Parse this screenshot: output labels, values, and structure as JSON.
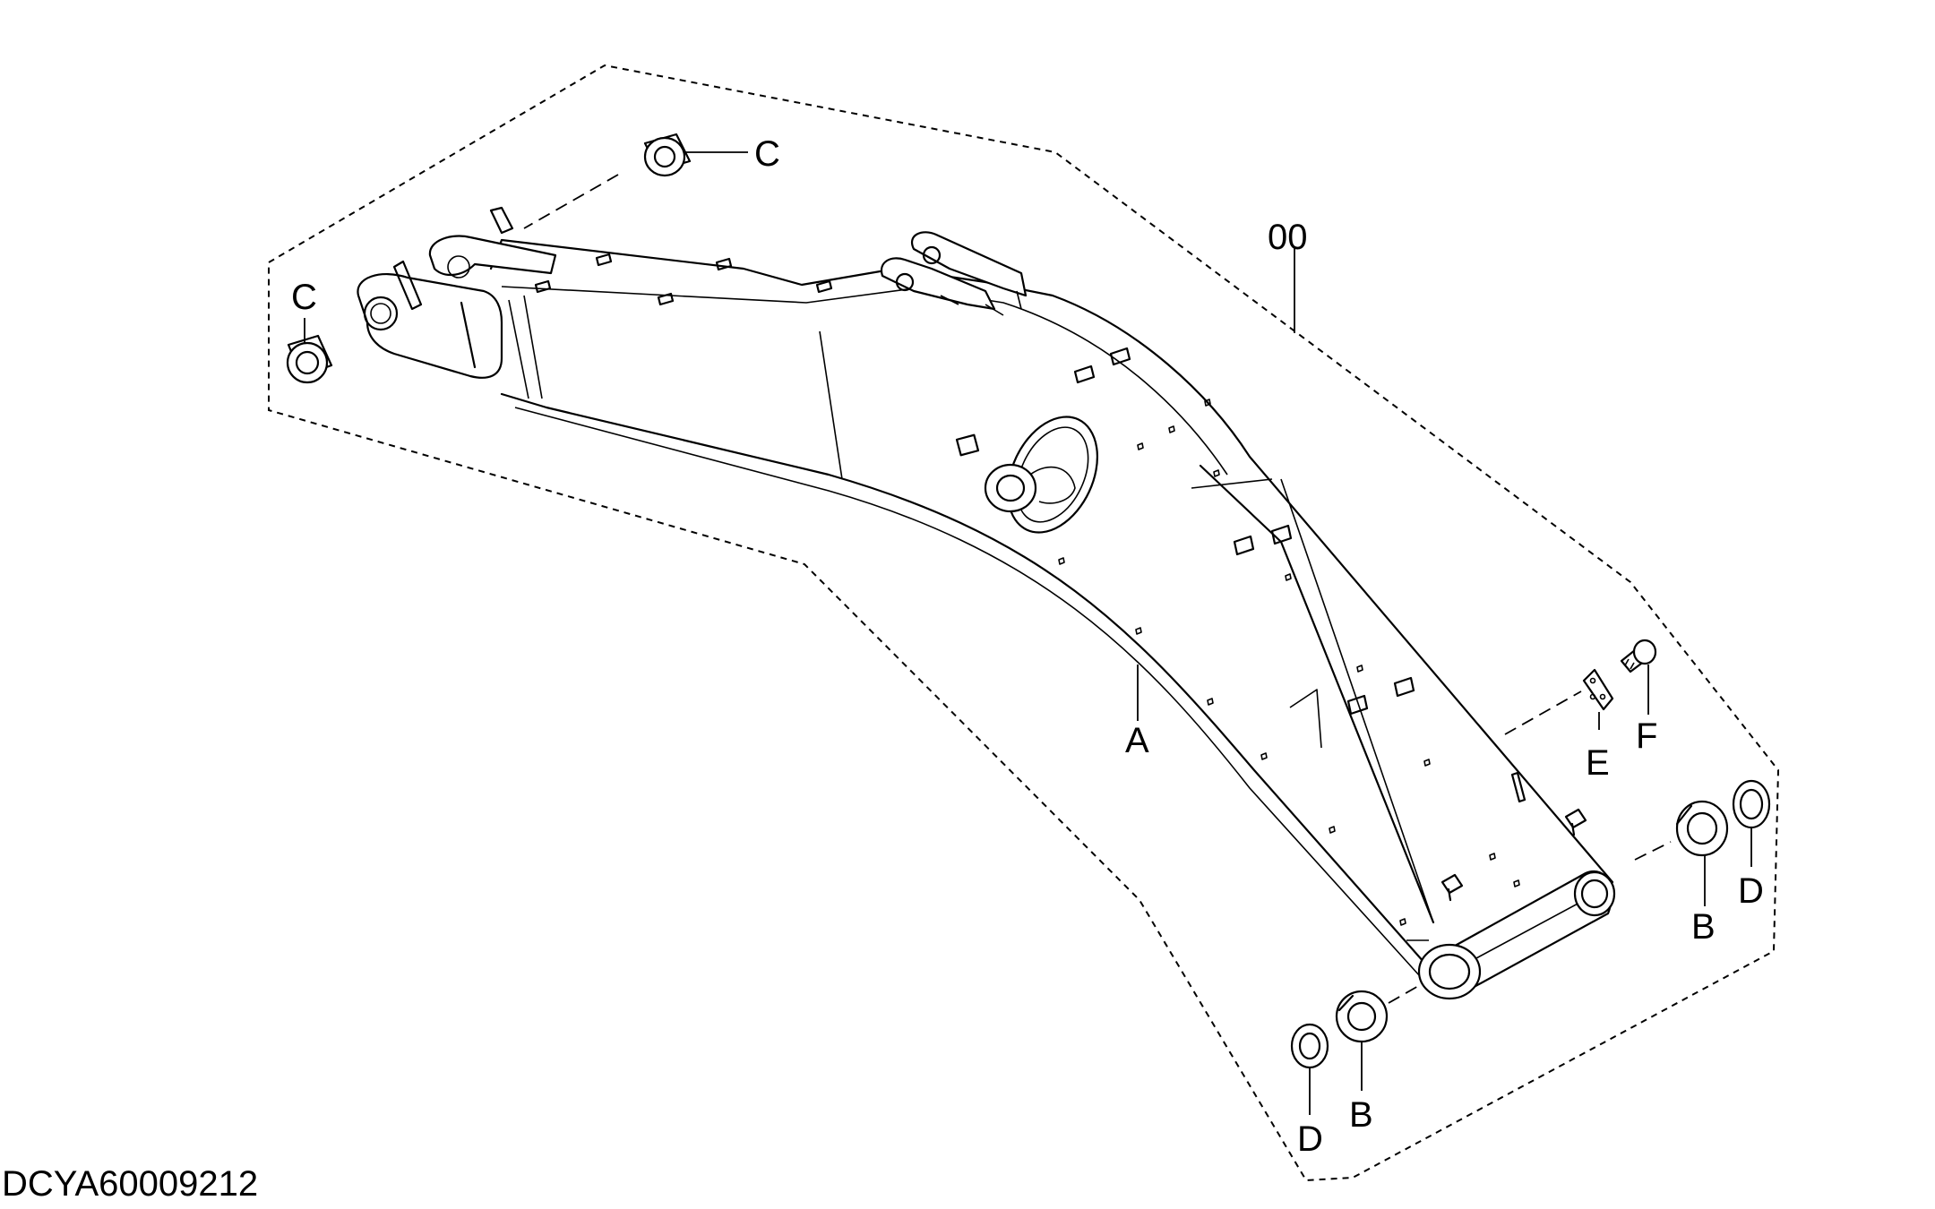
{
  "diagram": {
    "labels": {
      "assembly": "00",
      "A": "A",
      "B1": "B",
      "B2": "B",
      "C1": "C",
      "C2": "C",
      "D1": "D",
      "D2": "D",
      "E": "E",
      "F": "F"
    },
    "drawing_code": "DCYA60009212"
  }
}
